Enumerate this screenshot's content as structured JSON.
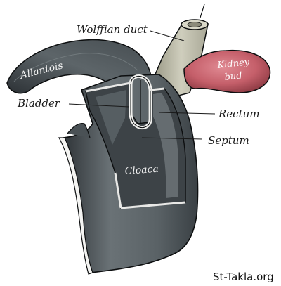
{
  "labels": {
    "wolffian_duct": "Wolffian duct",
    "allantois": "Allantois",
    "kidney_bud_line1": "Kidney",
    "kidney_bud_line2": "bud",
    "bladder": "Bladder",
    "rectum": "Rectum",
    "septum": "Septum",
    "cloaca": "Cloaca"
  },
  "watermark": "St-Takla.org",
  "colors": {
    "tissue_dark": "#3e4448",
    "tissue_mid": "#60686c",
    "tissue_light": "#8a9296",
    "duct": "#b9b8a6",
    "kidney_bud": "#c9606b",
    "outline": "#0d0f10"
  }
}
